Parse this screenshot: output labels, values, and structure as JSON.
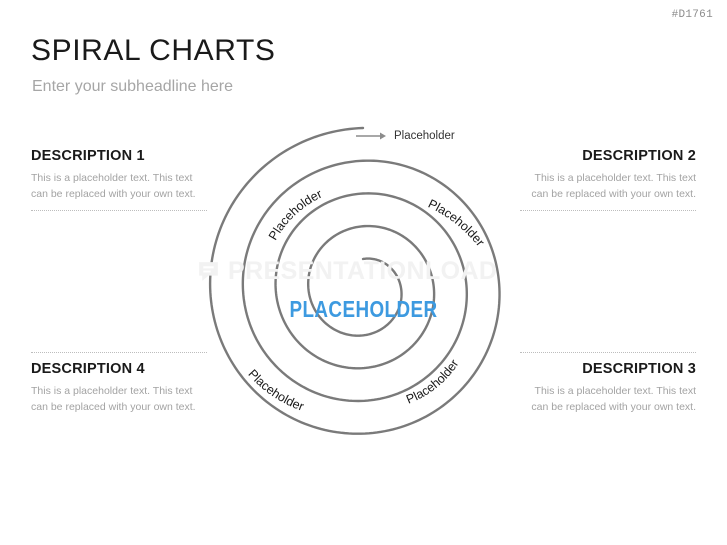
{
  "doc_id": "#D1761",
  "header": {
    "title": "SPIRAL CHARTS",
    "subtitle": "Enter your subheadline here"
  },
  "watermark": {
    "text": "PRESENTATIONLOAD",
    "logo_icon": "speech-bubble-logo-icon",
    "color": "#f2f2f2"
  },
  "center": {
    "label": "PLACEHOLDER",
    "color": "#3d9ae0"
  },
  "callout": {
    "label": "Placeholder",
    "arrow_icon": "arrow-right-icon"
  },
  "descriptions": [
    {
      "id": "desc1",
      "title": "DESCRIPTION 1",
      "body": "This is a placeholder text. This text can be replaced with your own text.",
      "align": "left",
      "rule": "below"
    },
    {
      "id": "desc2",
      "title": "DESCRIPTION 2",
      "body": "This is a placeholder text. This text can be replaced with your own text.",
      "align": "right",
      "rule": "below"
    },
    {
      "id": "desc3",
      "title": "DESCRIPTION 3",
      "body": "This is a placeholder text. This text can be replaced with your own text.",
      "align": "right",
      "rule": "above"
    },
    {
      "id": "desc4",
      "title": "DESCRIPTION 4",
      "body": "This is a placeholder text. This text can be replaced with your own text.",
      "align": "left",
      "rule": "above"
    }
  ],
  "spiral": {
    "turns": 4,
    "stroke_color": "#7a7a7a",
    "stroke_width": 2.4,
    "arm_labels": [
      {
        "position": "upper-right",
        "text": "Placeholder"
      },
      {
        "position": "upper-left",
        "text": "Placeholder"
      },
      {
        "position": "lower-left",
        "text": "Placeholder"
      },
      {
        "position": "lower-right",
        "text": "Placeholder"
      }
    ]
  },
  "chart_data": {
    "type": "spiral",
    "title": "SPIRAL CHARTS",
    "subtitle": "Enter your subheadline here",
    "center_label": "PLACEHOLDER",
    "turns": 4,
    "segments": [
      {
        "index": 1,
        "label": "Placeholder",
        "description_title": "DESCRIPTION 1",
        "description_body": "This is a placeholder text. This text can be replaced with your own text."
      },
      {
        "index": 2,
        "label": "Placeholder",
        "description_title": "DESCRIPTION 2",
        "description_body": "This is a placeholder text. This text can be replaced with your own text."
      },
      {
        "index": 3,
        "label": "Placeholder",
        "description_title": "DESCRIPTION 3",
        "description_body": "This is a placeholder text. This text can be replaced with your own text."
      },
      {
        "index": 4,
        "label": "Placeholder",
        "description_title": "DESCRIPTION 4",
        "description_body": "This is a placeholder text. This text can be replaced with your own text."
      }
    ],
    "endpoint_label": "Placeholder",
    "legend": "none",
    "grid": false
  }
}
